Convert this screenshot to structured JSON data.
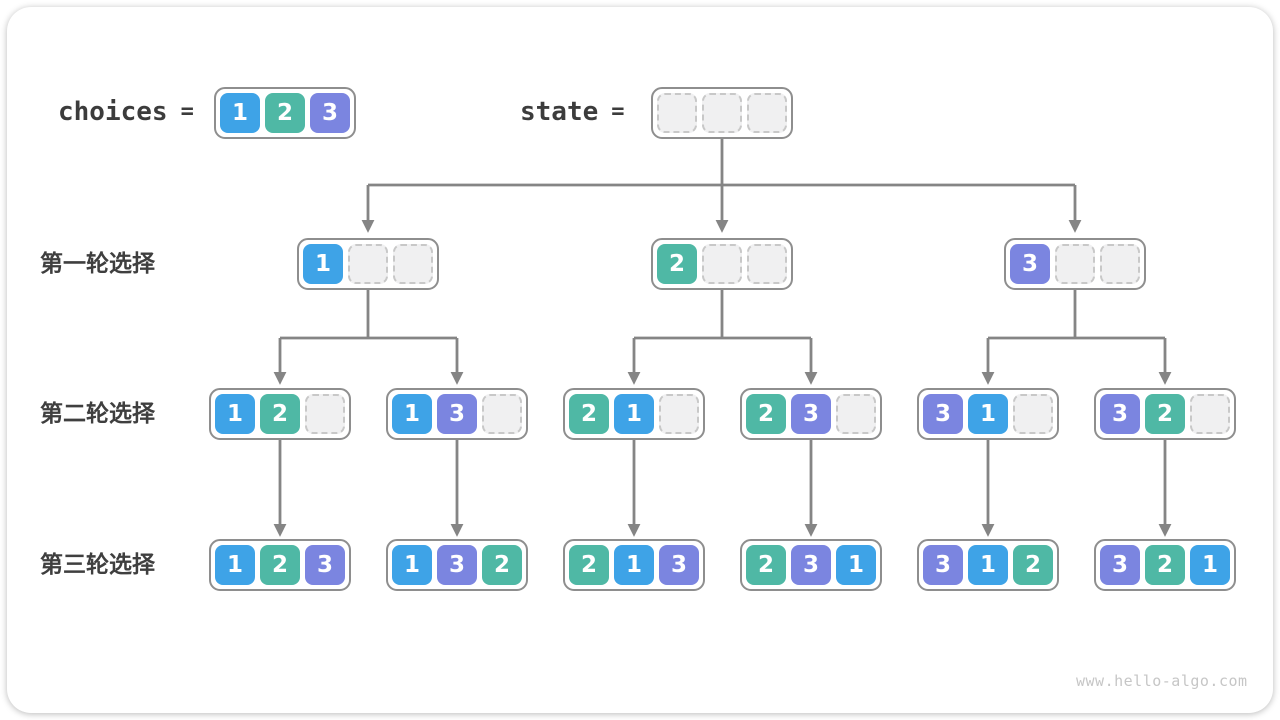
{
  "palette": {
    "1": "#3ea3e7",
    "2": "#4fb8a5",
    "3": "#7b85e0"
  },
  "colors": {
    "arrow": "#858585",
    "box_border": "#8e8e8e",
    "empty_cell_bg": "#f0f0f1",
    "empty_cell_border": "#c8c8c8",
    "label_text": "#3f3f3f"
  },
  "header": {
    "choices_label": "choices",
    "equals": "=",
    "choices": [
      1,
      2,
      3
    ],
    "state_label": "state",
    "state": [
      null,
      null,
      null
    ]
  },
  "tree": {
    "rows": [
      {
        "label": "第一轮选择",
        "nodes": [
          [
            1,
            null,
            null
          ],
          [
            2,
            null,
            null
          ],
          [
            3,
            null,
            null
          ]
        ]
      },
      {
        "label": "第二轮选择",
        "nodes": [
          [
            1,
            2,
            null
          ],
          [
            1,
            3,
            null
          ],
          [
            2,
            1,
            null
          ],
          [
            2,
            3,
            null
          ],
          [
            3,
            1,
            null
          ],
          [
            3,
            2,
            null
          ]
        ]
      },
      {
        "label": "第三轮选择",
        "nodes": [
          [
            1,
            2,
            3
          ],
          [
            1,
            3,
            2
          ],
          [
            2,
            1,
            3
          ],
          [
            2,
            3,
            1
          ],
          [
            3,
            1,
            2
          ],
          [
            3,
            2,
            1
          ]
        ]
      }
    ]
  },
  "watermark": "www.hello-algo.com"
}
